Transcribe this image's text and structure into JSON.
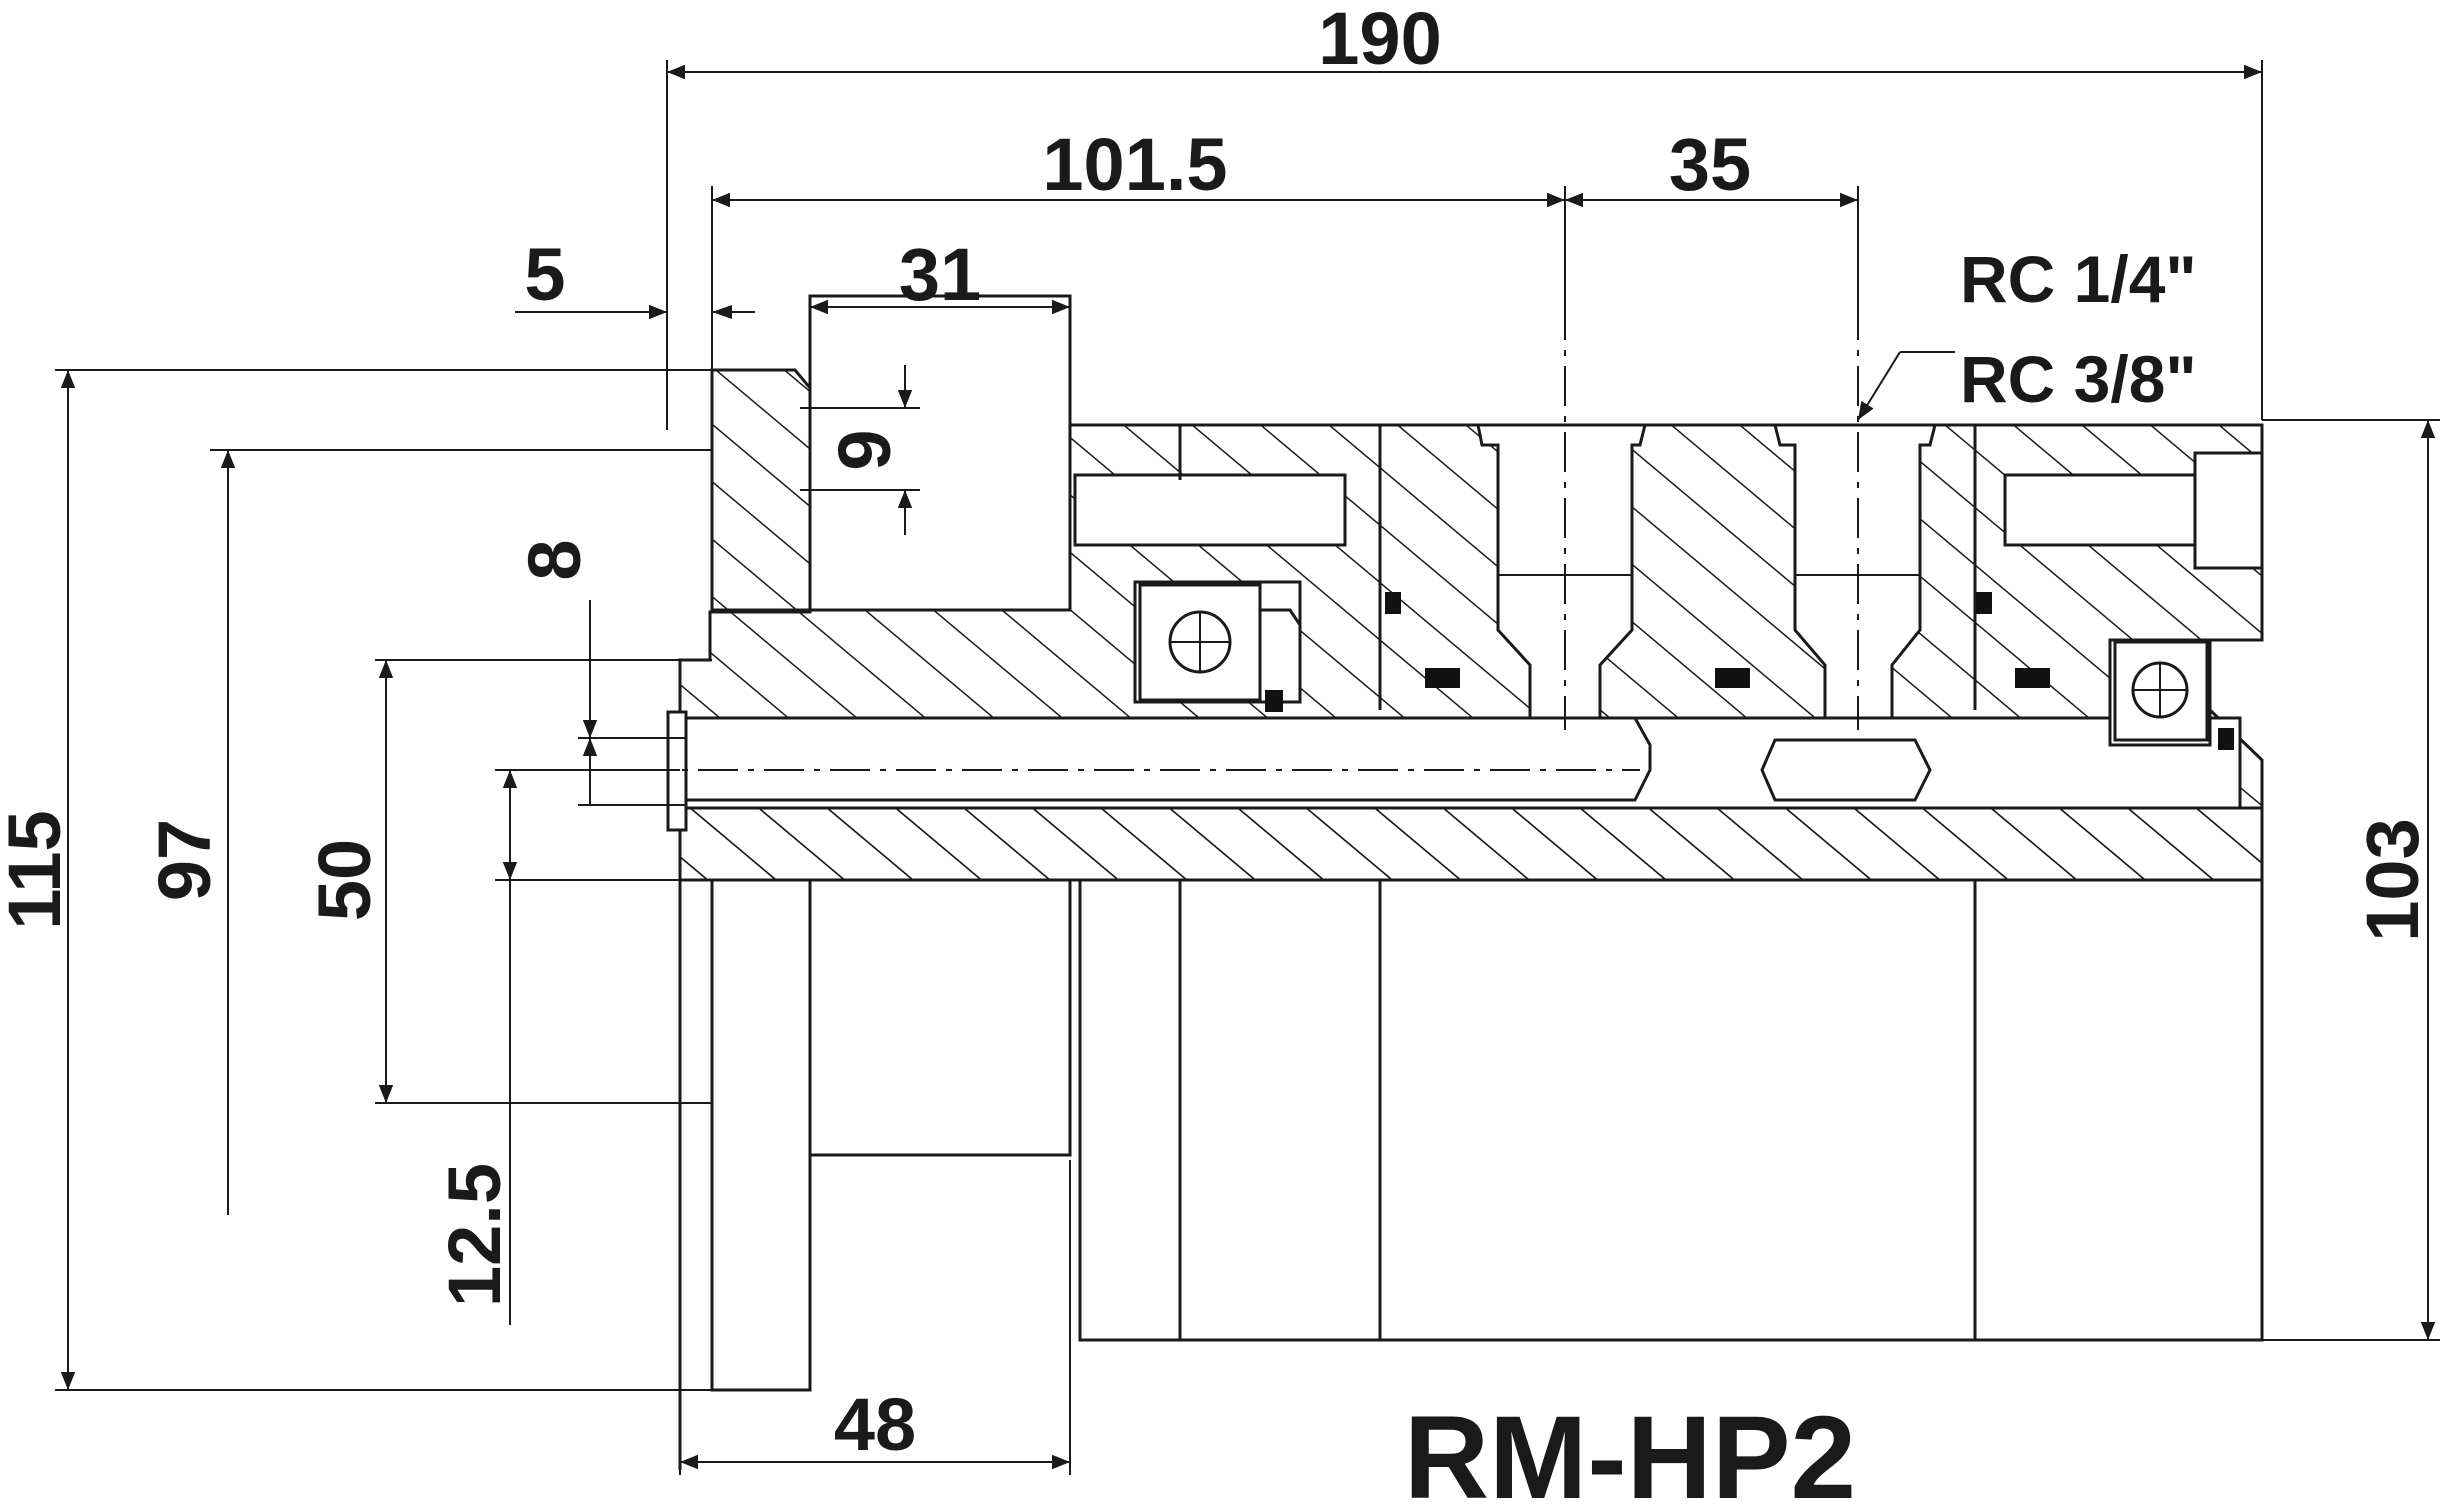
{
  "dimensions": {
    "d190": "190",
    "d101_5": "101.5",
    "d35": "35",
    "d5": "5",
    "d31": "31",
    "d9": "9",
    "d8": "8",
    "d115": "115",
    "d97": "97",
    "d50": "50",
    "d12_5": "12.5",
    "d48": "48",
    "d103": "103"
  },
  "ports": {
    "port1": "RC 1/4\"",
    "port2": "RC 3/8\""
  },
  "model": "RM-HP2",
  "colors": {
    "ink": "#1a1a1a",
    "background": "#ffffff"
  }
}
